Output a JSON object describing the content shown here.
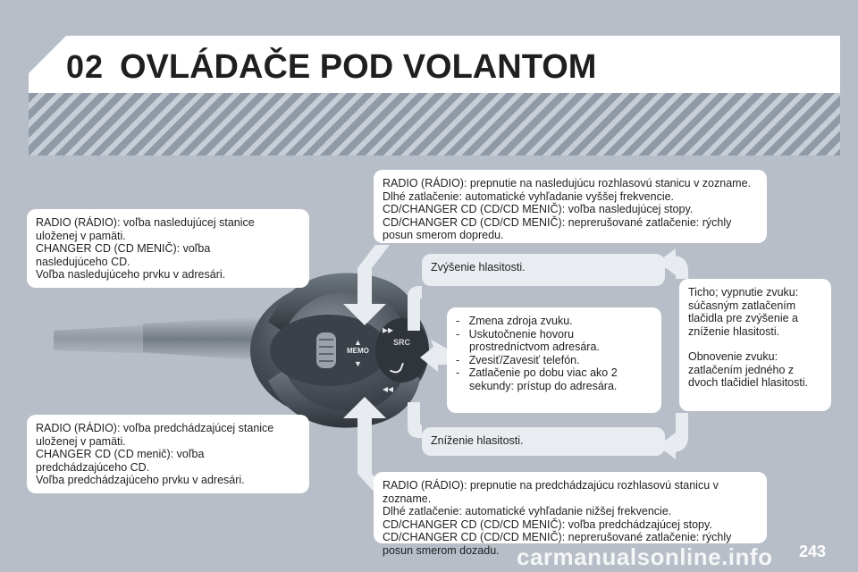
{
  "header": {
    "chapter": "02",
    "title": "OVLÁDAČE POD VOLANTOM"
  },
  "callouts": {
    "left_top": [
      "RADIO (RÁDIO): voľba nasledujúcej stanice",
      "uloženej v pamäti.",
      "CHANGER CD (CD MENIČ): voľba",
      "nasledujúceho CD.",
      "Voľba nasledujúceho prvku v adresári."
    ],
    "left_bottom": [
      "RADIO (RÁDIO): voľba predchádzajúcej stanice",
      "uloženej v pamäti.",
      "CHANGER CD (CD menič): voľba",
      "predchádzajúceho CD.",
      "Voľba predchádzajúceho prvku v adresári."
    ],
    "right_top": [
      "RADIO (RÁDIO): prepnutie na nasledujúcu rozhlasovú stanicu v zozname.",
      "Dlhé zatlačenie: automatické vyhľadanie vyššej frekvencie.",
      "CD/CHANGER CD (CD/CD MENIČ): voľba nasledujúcej stopy.",
      "CD/CHANGER CD (CD/CD MENIČ): neprerušované zatlačenie: rýchly",
      "posun smerom dopredu."
    ],
    "right_bottom": [
      "RADIO (RÁDIO): prepnutie na predchádzajúcu rozhlasovú stanicu v zozname.",
      "Dlhé zatlačenie: automatické vyhľadanie nižšej frekvencie.",
      "CD/CHANGER CD (CD/CD MENIČ): voľba predchádzajúcej stopy.",
      "CD/CHANGER CD (CD/CD MENIČ): neprerušované zatlačenie: rýchly",
      "posun smerom dozadu."
    ],
    "volume_up": "Zvýšenie hlasitosti.",
    "volume_down": "Zníženie hlasitosti.",
    "source_list": [
      "Zmena zdroja zvuku.",
      "Uskutočnenie hovoru prostredníctvom adresára.",
      "Zvesiť/Zavesiť telefón.",
      "Zatlačenie po dobu viac ako 2 sekundy: prístup do adresára."
    ],
    "mute": "Ticho; vypnutie zvuku: súčasným zatlačením tlačidla pre zvýšenie a zníženie hlasitosti.",
    "unmute": "Obnovenie zvuku: zatlačením jedného z dvoch tlačidiel hlasitosti."
  },
  "stalk": {
    "memo_label": "MEMO",
    "src_label": "SRC",
    "next_symbol": "▸▸",
    "prev_symbol": "◂◂",
    "up_symbol": "▲",
    "down_symbol": "▼"
  },
  "footer": {
    "page_number": "243",
    "watermark": "carmanualsonline.info"
  },
  "colors": {
    "background": "#b7bec8",
    "arrow": "#e8ecf0",
    "text": "#1f1f1f"
  }
}
